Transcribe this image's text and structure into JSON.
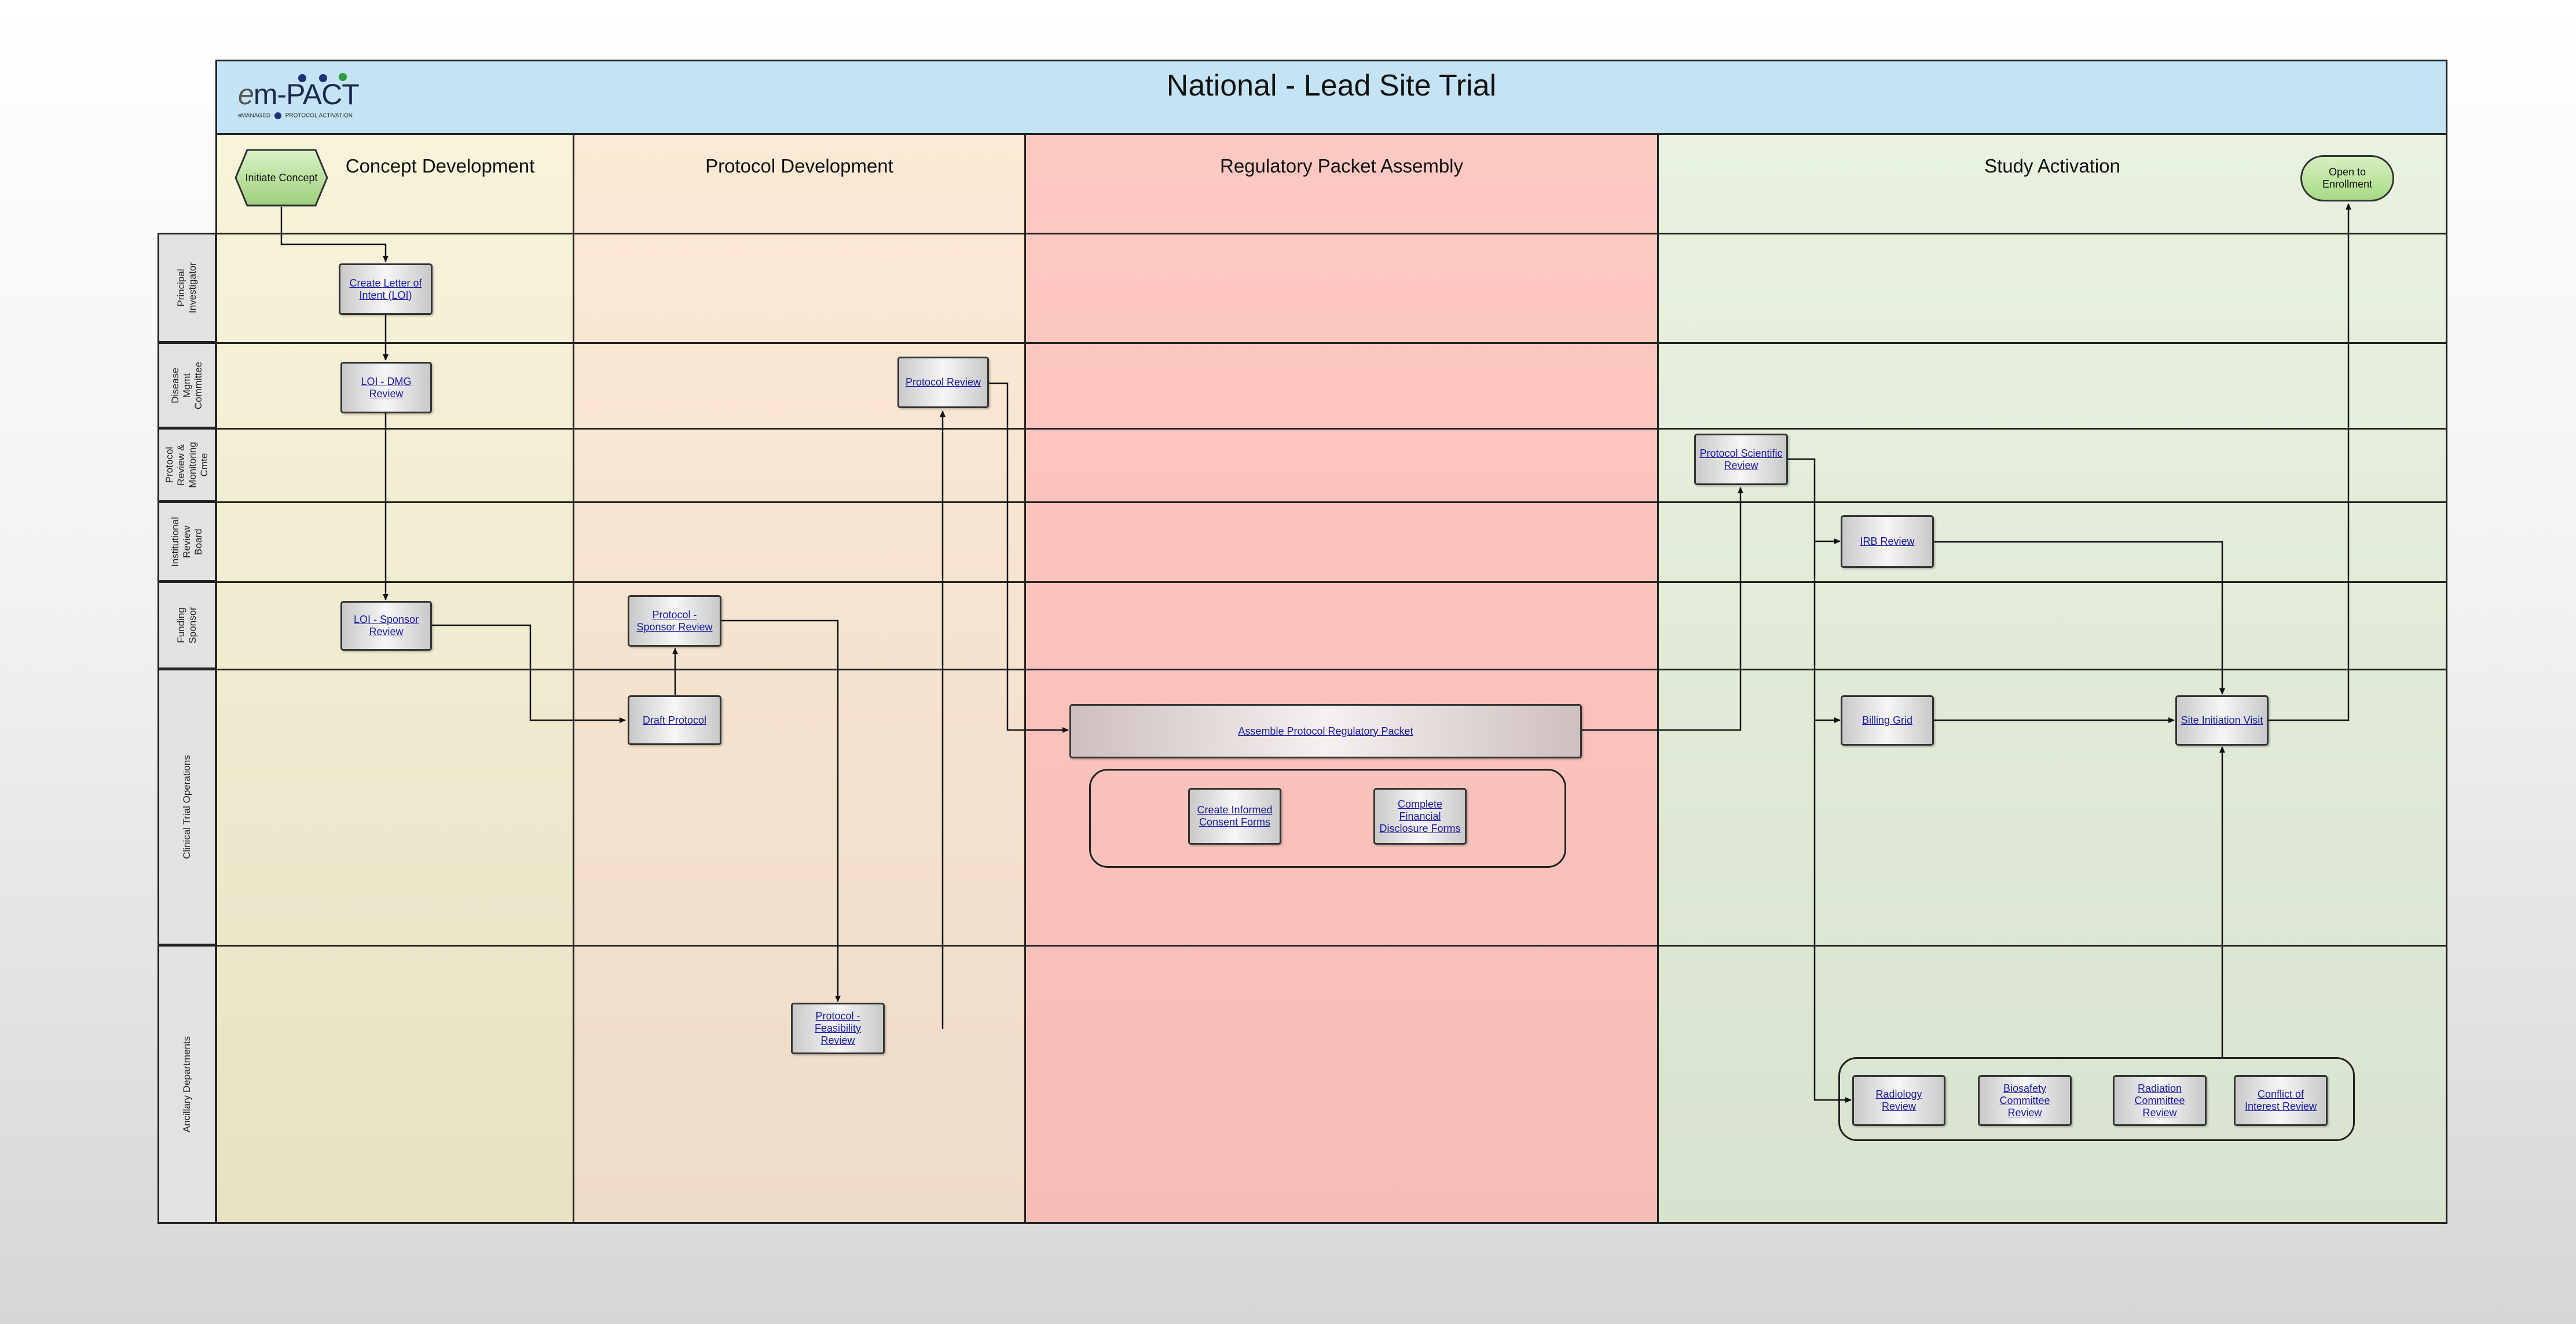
{
  "diagram": {
    "title": "National - Lead Site Trial",
    "logo": {
      "brand_prefix": "e",
      "brand_mid": "m-",
      "brand_main": "PACT",
      "tagline_left": "eMANAGED",
      "tagline_right": "PROTOCOL ACTIVATION"
    },
    "phases": [
      {
        "label": "Concept Development",
        "color": "#f7f2d7"
      },
      {
        "label": "Protocol Development",
        "color": "#fae8d3"
      },
      {
        "label": "Regulatory Packet Assembly",
        "color": "#fdc7c1"
      },
      {
        "label": "Study Activation",
        "color": "#e6f0dc"
      }
    ],
    "roles": [
      "Principal Investigator",
      "Disease Mgmt Committee",
      "Protocol Review & Monitoring Cmte",
      "Institutional Review Board",
      "Funding Sponsor",
      "Clinical Trial Operations",
      "Ancillary Departments"
    ],
    "start": "Initiate Concept",
    "end": "Open to Enrollment",
    "tasks": {
      "loi": "Create Letter of Intent (LOI)",
      "loi_dmg": "LOI - DMG Review",
      "loi_sponsor": "LOI - Sponsor Review",
      "draft_protocol": "Draft Protocol",
      "protocol_sponsor": "Protocol - Sponsor Review",
      "protocol_feasibility": "Protocol - Feasibility Review",
      "protocol_review": "Protocol Review",
      "assemble_packet": "Assemble Protocol Regulatory Packet",
      "consent_forms": "Create Informed Consent Forms",
      "financial_disclosure": "Complete Financial Disclosure Forms",
      "scientific_review": "Protocol Scientific Review",
      "irb_review": "IRB Review",
      "billing_grid": "Billing Grid",
      "site_initiation": "Site Initiation Visit",
      "radiology": "Radiology Review",
      "biosafety": "Biosafety Committee Review",
      "radiation": "Radiation Committee Review",
      "conflict": "Conflict of Interest Review"
    }
  }
}
